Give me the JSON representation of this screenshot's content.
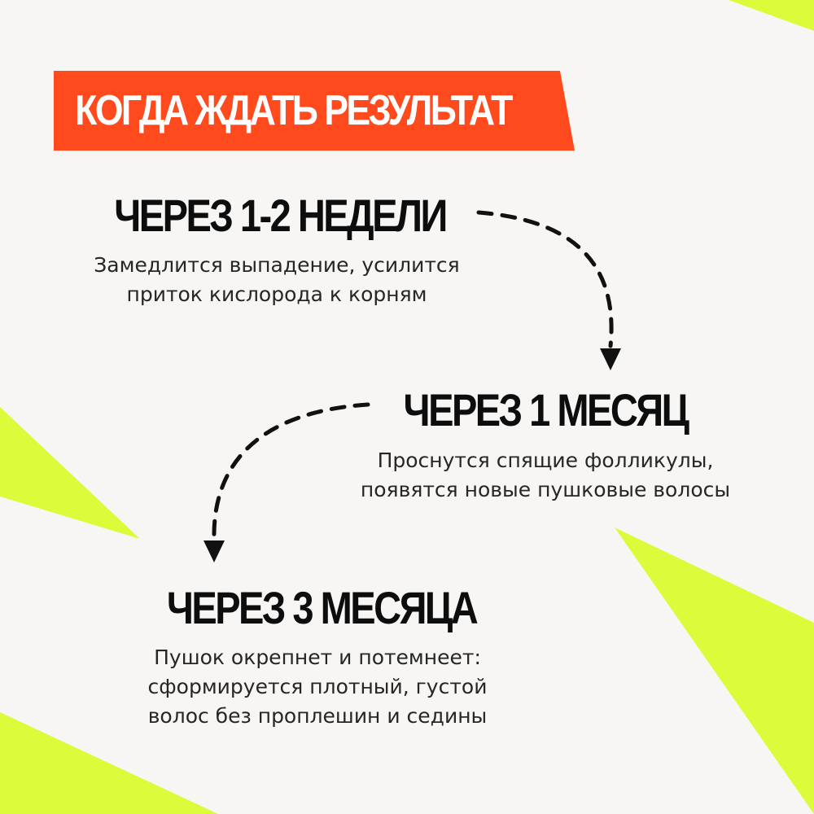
{
  "banner": {
    "title": "КОГДА ЖДАТЬ РЕЗУЛЬТАТ",
    "color": "#fe4a1c"
  },
  "accent_color": "#dcfb3a",
  "steps": [
    {
      "heading": "ЧЕРЕЗ 1-2 НЕДЕЛИ",
      "lines": [
        "Замедлится выпадение, усилится",
        "приток кислорода к корням"
      ]
    },
    {
      "heading": "ЧЕРЕЗ 1 МЕСЯЦ",
      "lines": [
        "Проснутся спящие фолликулы,",
        "появятся новые пушковые волосы"
      ]
    },
    {
      "heading": "ЧЕРЕЗ 3 МЕСЯЦА",
      "lines": [
        "Пушок окрепнет и потемнеет:",
        "сформируется плотный, густой",
        "волос без проплешин и седины"
      ]
    }
  ],
  "icons": [
    "dashed-arrow-down-right-icon",
    "dashed-arrow-down-left-icon"
  ]
}
